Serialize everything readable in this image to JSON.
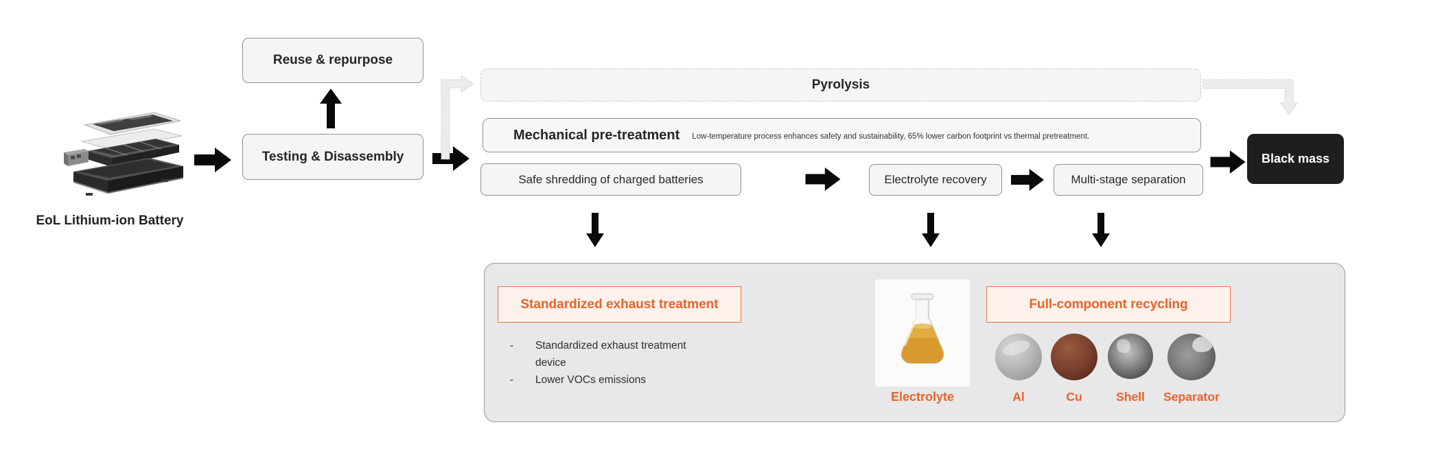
{
  "flow": {
    "eol_label": "EoL Lithium-ion Battery",
    "reuse": "Reuse & repurpose",
    "testing": "Testing & Disassembly",
    "pyrolysis": "Pyrolysis",
    "mechanical": {
      "title": "Mechanical pre-treatment",
      "note": "Low-temperature process enhances safety and sustainability, 65% lower carbon footprint vs thermal pretreatment."
    },
    "shredding": "Safe shredding of charged batteries",
    "electrolyte_recovery": "Electrolyte recovery",
    "multistage": "Multi-stage separation",
    "black_mass": "Black mass"
  },
  "panel": {
    "exhaust": {
      "header": "Standardized exhaust treatment",
      "bullet_marker": "-",
      "bullets": [
        "Standardized exhaust treatment device",
        "Lower VOCs emissions"
      ]
    },
    "electrolyte_label": "Electrolyte",
    "recycling": {
      "header": "Full-component recycling",
      "outputs": [
        "Al",
        "Cu",
        "Shell",
        "Separator"
      ]
    }
  },
  "colors": {
    "accent_orange": "#EB6228",
    "accent_orange_border": "#EE7140",
    "accent_orange_bg": "#FCF2EB",
    "panel_gray": "#E8E8EA",
    "box_fill": "#F5F5F5",
    "box_border": "#8F8F8F",
    "black_box": "#1E1E1E",
    "arrow_black": "#0A0A0A",
    "dashed_arrow_fill": "#ECECEC",
    "dashed_arrow_stroke": "#C6C6C6"
  }
}
